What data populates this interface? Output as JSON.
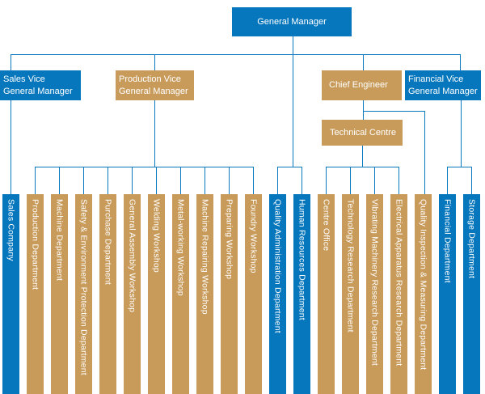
{
  "colors": {
    "blue": "#0677BD",
    "tan": "#C89B5B",
    "line": "#0B79BF",
    "text": "#FFFFFF",
    "background": "#FFFFFF"
  },
  "root": {
    "label": "General Manager",
    "color": "blue"
  },
  "executives": [
    {
      "label": "Sales Vice\nGeneral Manager",
      "color": "blue"
    },
    {
      "label": "Production Vice\nGeneral Manager",
      "color": "tan"
    },
    {
      "label": "Chief Engineer",
      "color": "tan"
    },
    {
      "label": "Financial Vice\nGeneral Manager",
      "color": "blue"
    }
  ],
  "technical_centre": {
    "label": "Technical Centre",
    "color": "tan"
  },
  "departments": [
    {
      "label": "Sales Company",
      "color": "blue"
    },
    {
      "label": "Production Department",
      "color": "tan"
    },
    {
      "label": "Machine Department",
      "color": "tan"
    },
    {
      "label": "Safety & Environment Protection Department",
      "color": "tan"
    },
    {
      "label": "Purchase Department",
      "color": "tan"
    },
    {
      "label": "General Assembly Workshop",
      "color": "tan"
    },
    {
      "label": "Welding Workshop",
      "color": "tan"
    },
    {
      "label": "Metal-working Workshop",
      "color": "tan"
    },
    {
      "label": "Machine Repairing Workshop",
      "color": "tan"
    },
    {
      "label": "Preparing Workshop",
      "color": "tan"
    },
    {
      "label": "Foundry Workshop",
      "color": "tan"
    },
    {
      "label": "Quality Administration Department",
      "color": "blue"
    },
    {
      "label": "Human Resources Department",
      "color": "blue"
    },
    {
      "label": "Centre Office",
      "color": "tan"
    },
    {
      "label": "Technology Research Department",
      "color": "tan"
    },
    {
      "label": "Vibrating Machinery Research Department",
      "color": "tan"
    },
    {
      "label": "Electrical Apparatus Research Department",
      "color": "tan"
    },
    {
      "label": "Quality Inspection & Measuring Department",
      "color": "tan"
    },
    {
      "label": "Financial Department",
      "color": "blue"
    },
    {
      "label": "Storage Department",
      "color": "blue"
    }
  ]
}
